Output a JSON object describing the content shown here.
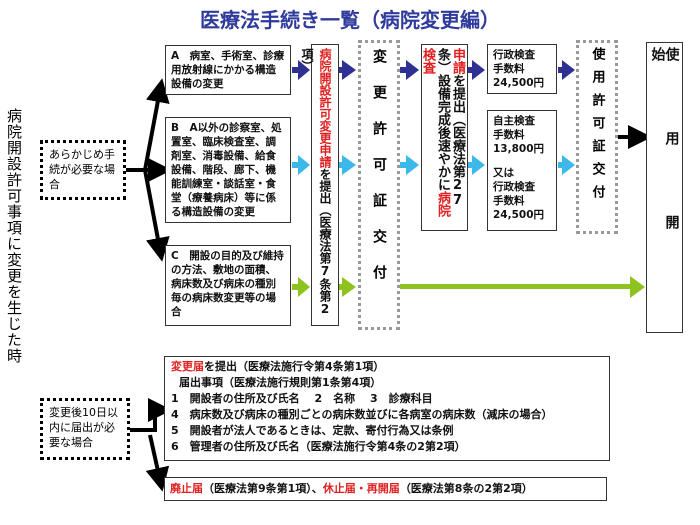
{
  "title": "医療法手続き一覧（病院変更編）",
  "left_label": "病院開設許可事項に変更を生じた時",
  "cond1": "あらかじめ手続が必要な場合",
  "cond2": "変更後10日以内に届出が必要な場合",
  "box_a": "A　病室、手術室、診療用放射線にかかる構造設備の変更",
  "box_b": "B　A以外の診察室、処置室、臨床検査室、調剤室、消毒設備、給食設備、階段、廊下、機能訓練室・談話室・食堂（療養病床）等に係る構造設備の変更",
  "box_c": "C　開設の目的及び維持の方法、敷地の面積、病床数及び病床の種別毎の病床数変更等の場合",
  "apply1": {
    "red": "病院開設許可変更申請",
    "rest": "を提出（医療法第7条第2項）"
  },
  "permit1": "変更許可証交付",
  "apply2": {
    "red1": "申請",
    "rest1": "を提出（医療法第27条）設備完成後速やかに",
    "red2": "病院検査"
  },
  "fee1": [
    "行政検査",
    "手数料",
    "24,500円"
  ],
  "fee2": [
    "自主検査",
    "手数料",
    "13,800円",
    "又は",
    "行政検査",
    "手数料",
    "24,500円"
  ],
  "permit2": "使用許可証交付",
  "start": "使用開始",
  "notice": {
    "head_red": "変更届",
    "head_rest": "を提出（医療法施行令第4条第1項）",
    "sub": "届出事項（医療法施行規則第1条第4項）",
    "items": [
      "1　開設者の住所及び氏名　 2　名称　 3　診療科目",
      "4　病床数及び病床の種別ごとの病床数並びに各病室の病床数（減床の場合）",
      "5　開設者が法人であるときは、定款、寄付行為又は条例",
      "6　管理者の住所及び氏名（医療法施行令第4条の2第2項）"
    ]
  },
  "closure": {
    "red1": "廃止届",
    "t1": "（医療法第9条第1項）、",
    "red2": "休止届・再開届",
    "t2": "（医療法第8条の2第2項）"
  },
  "colors": {
    "dark_blue": "#2e3192",
    "light_blue": "#3cb9ea",
    "green": "#8dc21f",
    "title": "#2e3a9c"
  }
}
